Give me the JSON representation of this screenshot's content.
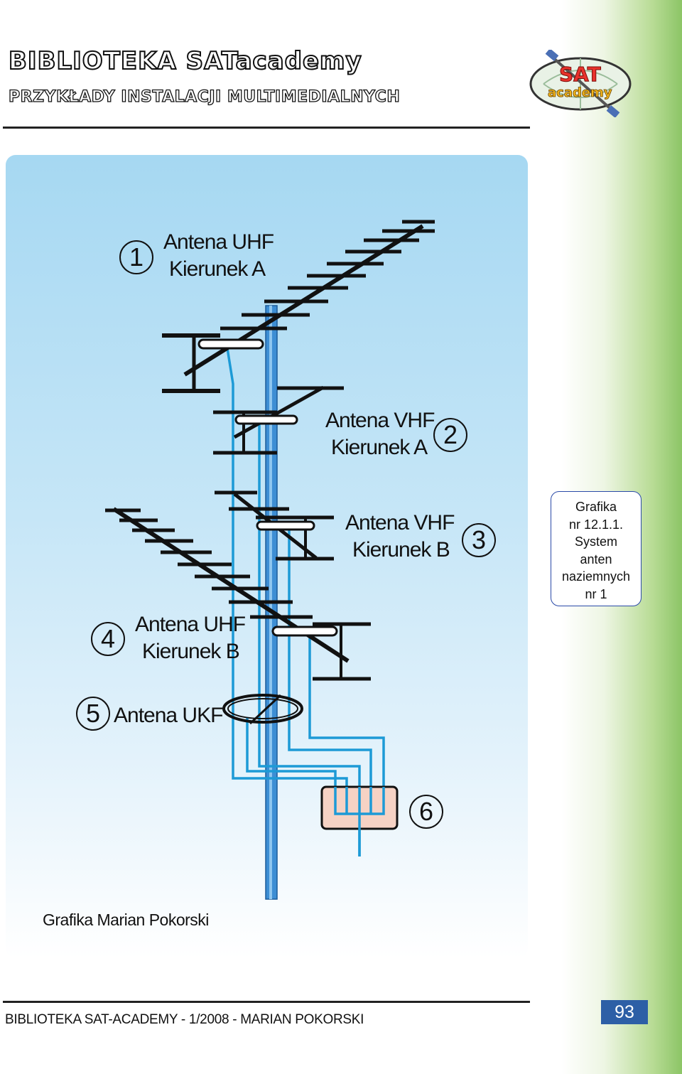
{
  "header": {
    "title": "BIBLIOTEKA SATacademy",
    "subtitle": "PRZYKŁADY INSTALACJI MULTIMEDIALNYCH"
  },
  "logo": {
    "line1": "SAT",
    "line2": "academy"
  },
  "labels": {
    "ant1": {
      "num": "1",
      "line1": "Antena UHF",
      "line2": "Kierunek A"
    },
    "ant2": {
      "num": "2",
      "line1": "Antena VHF",
      "line2": "Kierunek A"
    },
    "ant3": {
      "num": "3",
      "line1": "Antena VHF",
      "line2": "Kierunek B"
    },
    "ant4": {
      "num": "4",
      "line1": "Antena UHF",
      "line2": "Kierunek B"
    },
    "ant5": {
      "num": "5",
      "line1": "Antena UKF"
    },
    "box6": {
      "num": "6"
    }
  },
  "caption": {
    "line1": "Grafika",
    "line2": "nr  12.1.1.",
    "line3": "System",
    "line4": "anten",
    "line5": "naziemnych",
    "line6": "nr 1"
  },
  "credit": "Grafika Marian Pokorski",
  "footer": {
    "text": "BIBLIOTEKA SAT-ACADEMY - 1/2008 - MARIAN POKORSKI",
    "page": "93"
  },
  "colors": {
    "cable": "#1d9ad6",
    "mast": "#3d8ed4",
    "box_fill": "#f6d2c4",
    "page_badge": "#2d5fa6",
    "caption_border": "#2a4aa8"
  }
}
